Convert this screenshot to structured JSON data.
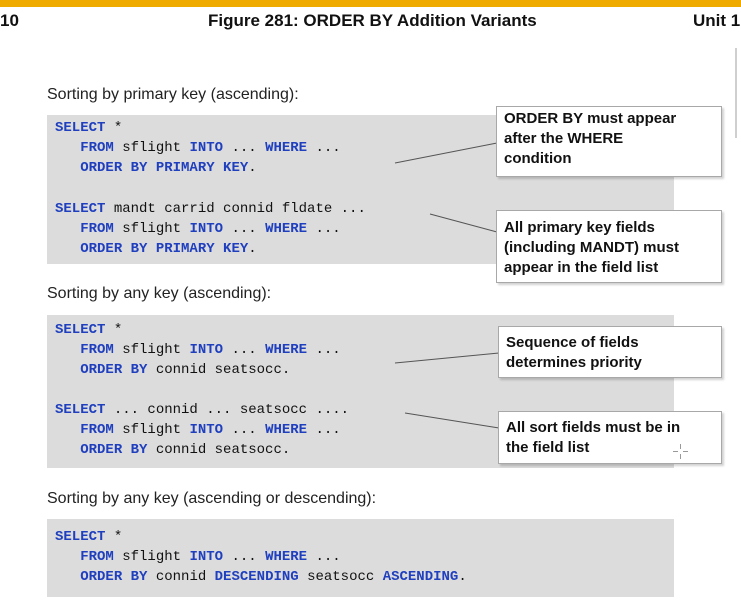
{
  "header": {
    "left": "10",
    "title": "Figure 281: ORDER BY Addition Variants",
    "right": "Unit 1"
  },
  "sections": [
    {
      "caption": "Sorting by primary key (ascending):",
      "blocks": [
        {
          "lines": [
            [
              [
                "kw",
                "SELECT"
              ],
              [
                "tx",
                " *"
              ]
            ],
            [
              [
                "tx",
                "   "
              ],
              [
                "kw",
                "FROM"
              ],
              [
                "tx",
                " sflight "
              ],
              [
                "kw",
                "INTO"
              ],
              [
                "tx",
                " ... "
              ],
              [
                "kw",
                "WHERE"
              ],
              [
                "tx",
                " ..."
              ]
            ],
            [
              [
                "tx",
                "   "
              ],
              [
                "kw",
                "ORDER BY PRIMARY KEY"
              ],
              [
                "tx",
                "."
              ]
            ]
          ]
        },
        {
          "lines": [
            [
              [
                "kw",
                "SELECT"
              ],
              [
                "tx",
                " mandt carrid connid fldate ..."
              ]
            ],
            [
              [
                "tx",
                "   "
              ],
              [
                "kw",
                "FROM"
              ],
              [
                "tx",
                " sflight "
              ],
              [
                "kw",
                "INTO"
              ],
              [
                "tx",
                " ... "
              ],
              [
                "kw",
                "WHERE"
              ],
              [
                "tx",
                " ..."
              ]
            ],
            [
              [
                "tx",
                "   "
              ],
              [
                "kw",
                "ORDER BY PRIMARY KEY"
              ],
              [
                "tx",
                "."
              ]
            ]
          ]
        }
      ]
    },
    {
      "caption": "Sorting by any key (ascending):",
      "blocks": [
        {
          "lines": [
            [
              [
                "kw",
                "SELECT"
              ],
              [
                "tx",
                " *"
              ]
            ],
            [
              [
                "tx",
                "   "
              ],
              [
                "kw",
                "FROM"
              ],
              [
                "tx",
                " sflight "
              ],
              [
                "kw",
                "INTO"
              ],
              [
                "tx",
                " ... "
              ],
              [
                "kw",
                "WHERE"
              ],
              [
                "tx",
                " ..."
              ]
            ],
            [
              [
                "tx",
                "   "
              ],
              [
                "kw",
                "ORDER BY"
              ],
              [
                "tx",
                " connid seatsocc."
              ]
            ]
          ]
        },
        {
          "lines": [
            [
              [
                "kw",
                "SELECT"
              ],
              [
                "tx",
                " ... connid ... seatsocc ...."
              ]
            ],
            [
              [
                "tx",
                "   "
              ],
              [
                "kw",
                "FROM"
              ],
              [
                "tx",
                " sflight "
              ],
              [
                "kw",
                "INTO"
              ],
              [
                "tx",
                " ... "
              ],
              [
                "kw",
                "WHERE"
              ],
              [
                "tx",
                " ..."
              ]
            ],
            [
              [
                "tx",
                "   "
              ],
              [
                "kw",
                "ORDER BY"
              ],
              [
                "tx",
                " connid seatsocc."
              ]
            ]
          ]
        }
      ]
    },
    {
      "caption": "Sorting by any key (ascending or descending):",
      "blocks": [
        {
          "lines": [
            [
              [
                "kw",
                "SELECT"
              ],
              [
                "tx",
                " *"
              ]
            ],
            [
              [
                "tx",
                "   "
              ],
              [
                "kw",
                "FROM"
              ],
              [
                "tx",
                " sflight "
              ],
              [
                "kw",
                "INTO"
              ],
              [
                "tx",
                " ... "
              ],
              [
                "kw",
                "WHERE"
              ],
              [
                "tx",
                " ..."
              ]
            ],
            [
              [
                "tx",
                "   "
              ],
              [
                "kw",
                "ORDER BY"
              ],
              [
                "tx",
                " connid "
              ],
              [
                "kw",
                "DESCENDING"
              ],
              [
                "tx",
                " seatsocc "
              ],
              [
                "kw",
                "ASCENDING"
              ],
              [
                "tx",
                "."
              ]
            ]
          ]
        }
      ]
    }
  ],
  "callouts": [
    {
      "lines": [
        "ORDER BY must appear",
        "after the WHERE",
        "condition"
      ]
    },
    {
      "lines": [
        "All primary key fields",
        "(including MANDT) must",
        "appear in the field list"
      ]
    },
    {
      "lines": [
        "Sequence of fields",
        "determines priority"
      ]
    },
    {
      "lines": [
        "All sort fields must be in",
        "the field list"
      ]
    }
  ],
  "colors": {
    "accent_bar": "#f0ab00",
    "keyword": "#1f3fbf",
    "code_background": "#dcdcdc"
  },
  "icons": [
    "crosshair-cursor-icon",
    "scrollbar-icon"
  ]
}
